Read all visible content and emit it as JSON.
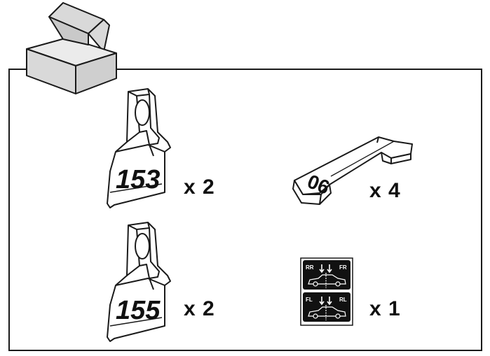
{
  "parts": [
    {
      "id": "clip-153",
      "number": "153",
      "quantity": "x 2"
    },
    {
      "id": "key-06",
      "number": "06",
      "quantity": "x 4"
    },
    {
      "id": "clip-155",
      "number": "155",
      "quantity": "x 2"
    },
    {
      "id": "decal",
      "quantity": "x 1",
      "labels": {
        "top_left": "RR",
        "top_right": "FR",
        "bottom_left": "FL",
        "bottom_right": "RL"
      }
    }
  ],
  "colors": {
    "line": "#1a1a1a",
    "box_fill": "#d9d9d9",
    "decal_fill": "#111111"
  }
}
